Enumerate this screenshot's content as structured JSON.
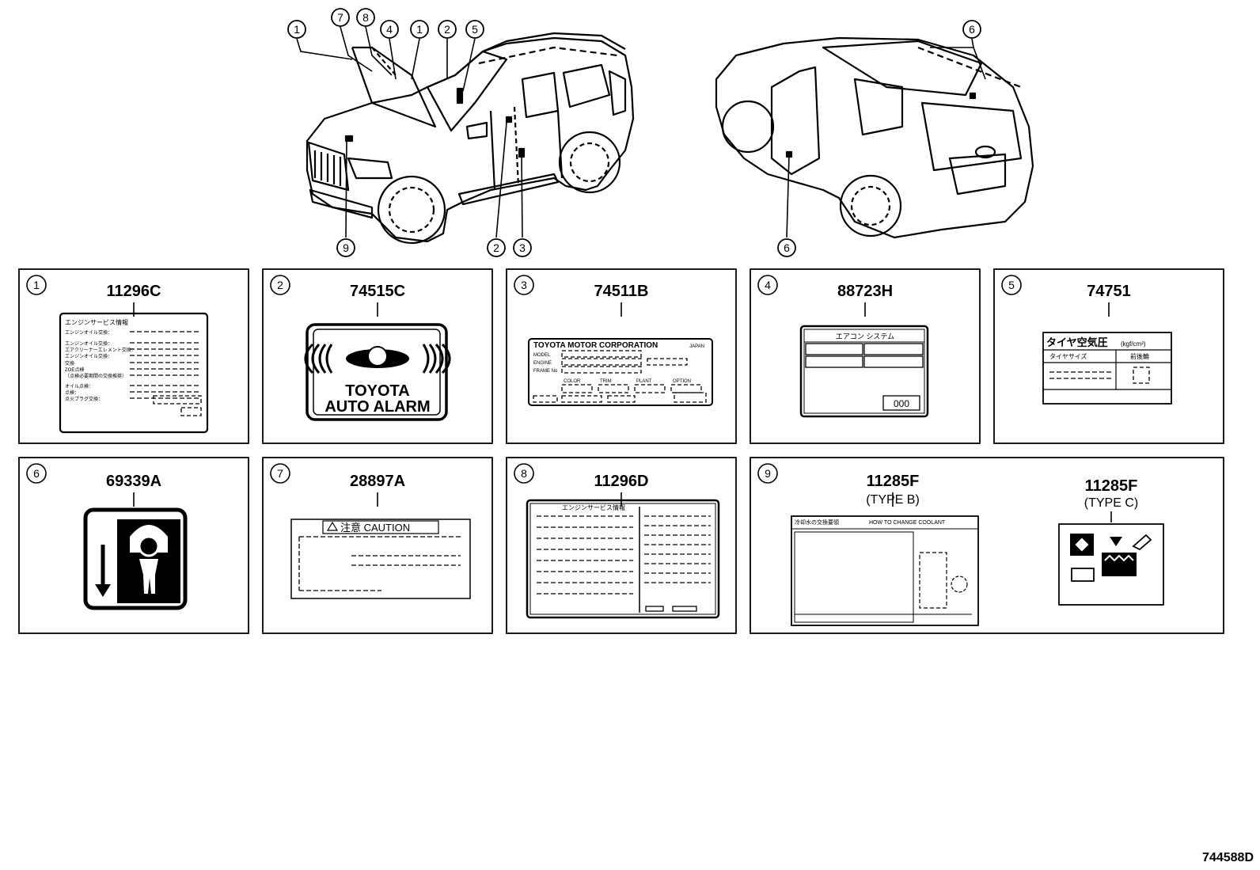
{
  "callouts": {
    "front": [
      "1",
      "7",
      "8",
      "4",
      "1",
      "2",
      "5"
    ],
    "front_bottom": [
      "9",
      "2",
      "3"
    ],
    "rear": [
      "6",
      "6"
    ]
  },
  "panels": [
    {
      "index": "1",
      "part": "11296C",
      "lines": [
        "エンジンサービス情報",
        "エンジンオイル交換：",
        "エンジンオイル交換：",
        "エアクリーナーエレメント交換：",
        "エンジンオイル交換：",
        "交換",
        "ZOE点検",
        "（点検必要期間の交換推奨）",
        "オイル点検：",
        "点検：",
        "点火プラグ交換："
      ]
    },
    {
      "index": "2",
      "part": "74515C",
      "lines": [
        "TOYOTA",
        "AUTO ALARM"
      ]
    },
    {
      "index": "3",
      "part": "74511B",
      "lines": [
        "TOYOTA MOTOR CORPORATION",
        "JAPAN",
        "MODEL",
        "ENGINE",
        "FRAME No",
        "COLOR",
        "TRIM",
        "PLANT",
        "OPTION"
      ]
    },
    {
      "index": "4",
      "part": "88723H",
      "lines": [
        "エアコン システム",
        "000"
      ]
    },
    {
      "index": "5",
      "part": "74751",
      "lines": [
        "タイヤ空気圧",
        "(kgf/cm²)",
        "タイヤサイズ",
        "前後輪"
      ]
    },
    {
      "index": "6",
      "part": "69339A",
      "lines": []
    },
    {
      "index": "7",
      "part": "28897A",
      "lines": [
        "注意 CAUTION"
      ]
    },
    {
      "index": "8",
      "part": "11296D",
      "lines": [
        "エンジンサービス情報"
      ]
    },
    {
      "index": "9",
      "part": "11285F",
      "part_b": "11285F",
      "type_b": "(TYPE B)",
      "type_c": "(TYPE C)",
      "lines": [
        "冷却水の交換要領",
        "HOW TO CHANGE COOLANT"
      ]
    }
  ],
  "footer": {
    "code": "744588D"
  }
}
